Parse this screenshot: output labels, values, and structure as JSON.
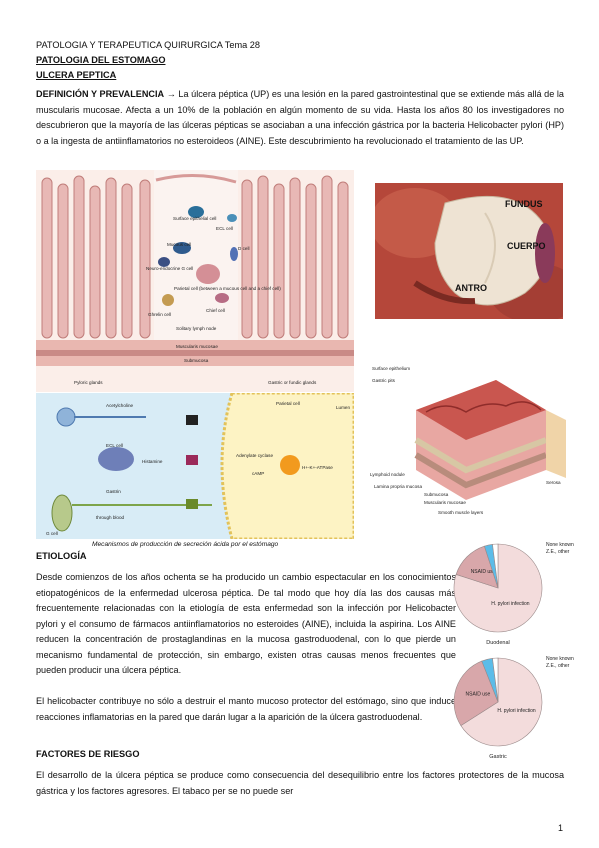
{
  "header": {
    "course": "PATOLOGIA Y TERAPEUTICA QUIRURGICA Tema 28",
    "subtitle": "PATOLOGIA DEL ESTOMAGO",
    "topic": "ULCERA PEPTICA"
  },
  "intro": {
    "heading": "DEFINICIÓN Y PREVALENCIA",
    "arrow": "→",
    "text": " La úlcera péptica (UP) es una lesión en la pared gastrointestinal que se extiende más allá de la muscularis mucosae. Afecta a un 10% de la población en algún momento de su vida. Hasta los años 80 los investigadores no descubrieron que la mayoría de las úlceras pépticas se asociaban a una infección gástrica por la bacteria Helicobacter pylori (HP) o a la ingesta de antiinflamatorios no esteroideos (AINE). Este descubrimiento ha revolucionado el tratamiento de las UP."
  },
  "fig_glands": {
    "labels": [
      "Surface epithelial cell",
      "ECL cell",
      "Mucous cell",
      "D cell",
      "Neuro-endocrine G cell",
      "Parietal cell (between a mucous cell and a chief cell)",
      "Ghrelin cell",
      "Chief cell",
      "Solitary lymph node",
      "Muscularis mucosae",
      "Submucosa"
    ],
    "bottom_left": "Pyloric glands",
    "bottom_right": "Gastric or fundic glands"
  },
  "fig_stomach": {
    "labels": [
      "FUNDUS",
      "CUERPO",
      "ANTRO"
    ]
  },
  "fig_secretion": {
    "labels": [
      "Acetylcholine",
      "ECL cell",
      "Histamine",
      "Parietal cell",
      "Lumen",
      "Gastrin",
      "G cell",
      "through blood",
      "Adenylate cyclase",
      "cAMP",
      "H+-K+-ATPase"
    ],
    "caption": "Mecanismos de producción de secreción ácida por el estómago"
  },
  "fig_wall": {
    "labels": [
      "Surface epithelium",
      "Gastric pits",
      "Lymphoid nodule",
      "Lamina propria mucosa",
      "Submucosa",
      "Muscularis mucosae",
      "Smooth muscle layers",
      "Serosa"
    ]
  },
  "etiologia": {
    "heading": "ETIOLOGÍA",
    "p1": "Desde comienzos de los años ochenta se ha producido un cambio espectacular en los conocimientos etiopatogénicos de la enfermedad ulcerosa péptica. De tal modo que hoy día las dos causas más frecuentemente relacionadas con la etiología de esta enfermedad son la infección por Helicobacter pylori y el consumo de fármacos antiinflamatorios no esteroides (AINE), incluida la aspirina. Los AINE reducen la concentración de prostaglandinas en la mucosa gastroduodenal, con lo que pierde un mecanismo fundamental de protección, sin embargo, existen otras causas menos frecuentes que pueden producir una úlcera péptica.",
    "p2": "El helicobacter contribuye no sólo a destruir el manto mucoso protector del estómago, sino que induce reacciones inflamatorias en la pared que darán lugar a la aparición de la úlcera gastroduodenal."
  },
  "riesgo": {
    "heading": "FACTORES DE RIESGO",
    "p1": "El desarrollo de la úlcera péptica se produce como consecuencia del desequilibrio entre los factores protectores de la mucosa gástrica y los factores agresores. El tabaco per se no puede ser"
  },
  "chart_data": [
    {
      "type": "pie",
      "title": "Duodenal",
      "slices": [
        {
          "label": "H. pylori infection",
          "value": 80
        },
        {
          "label": "NSAID use",
          "value": 15
        },
        {
          "label": "None known",
          "value": 3
        },
        {
          "label": "Z.E., other",
          "value": 2
        }
      ],
      "colors": [
        "#f3dcdc",
        "#d8a7aa",
        "#5bbce8",
        "#ffffff"
      ]
    },
    {
      "type": "pie",
      "title": "Gastric",
      "slices": [
        {
          "label": "H. pylori infection",
          "value": 66
        },
        {
          "label": "NSAID use",
          "value": 28
        },
        {
          "label": "None known",
          "value": 4
        },
        {
          "label": "Z.E., other",
          "value": 2
        }
      ],
      "colors": [
        "#f3dcdc",
        "#d8a7aa",
        "#5bbce8",
        "#ffffff"
      ]
    }
  ],
  "page_number": "1"
}
